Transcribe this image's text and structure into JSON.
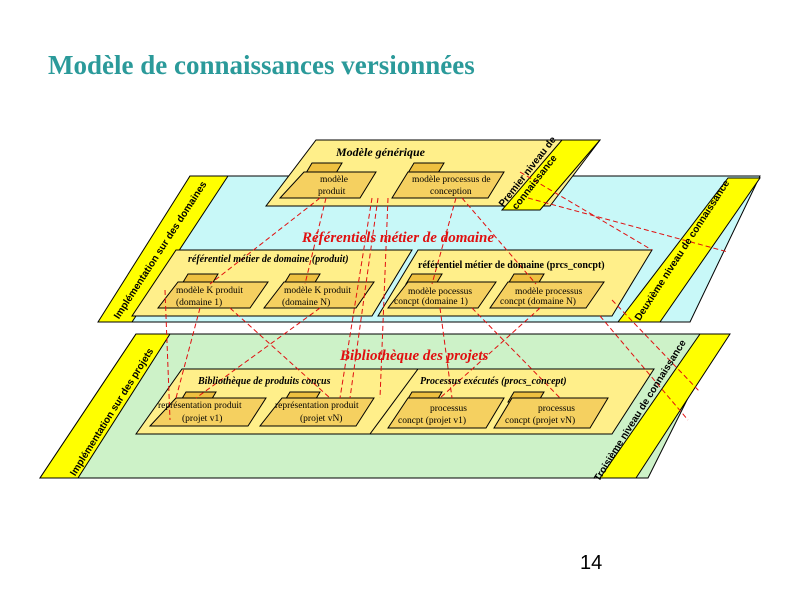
{
  "title": "Modèle de connaissances versionnées",
  "page_number": "14",
  "colors": {
    "title": "#2b9a9a",
    "red_text": "#e01010",
    "cyan_layer": "#c8f8f8",
    "green_layer": "#cdf2c8",
    "yellow": "#ffef8a",
    "side_band": "#ffff00"
  },
  "top": {
    "title": "Modèle générique",
    "box1": [
      "modèle",
      "produit"
    ],
    "box2": [
      "modèle processus de",
      "conception"
    ],
    "side": [
      "Premier niveau de",
      "connaissance"
    ]
  },
  "middle": {
    "title": "Référentiels métier de domaine",
    "left_header": "référentiel métier de domaine (produit)",
    "left_box1": [
      "modèle K produit",
      "(domaine 1)"
    ],
    "left_box2": [
      "modèle K produit",
      "(domaine N)"
    ],
    "right_header": "référentiel métier de domaine (prcs_concpt)",
    "right_box1": [
      "modèle pocessus",
      "concpt (domaine 1)"
    ],
    "right_box2": [
      "modèle processus",
      "concpt (domaine N)"
    ],
    "left_side": "Implémentation sur des domaines",
    "right_side": "Deuxième niveau de connaissance"
  },
  "bottom": {
    "title": "Bibliothèque des projets",
    "left_header": "Bibliothèque de produits conçus",
    "left_box1": [
      "représentation produit",
      "(projet v1)"
    ],
    "left_box2": [
      "représentation produit",
      "(projet vN)"
    ],
    "right_header": "Processus exécutés (procs_concept)",
    "right_box1": [
      "processus",
      "concpt (projet v1)"
    ],
    "right_box2": [
      "processus",
      "concpt (projet vN)"
    ],
    "left_side": "Implémentation sur des projets",
    "right_side": "Troisième niveau de connaissance"
  }
}
